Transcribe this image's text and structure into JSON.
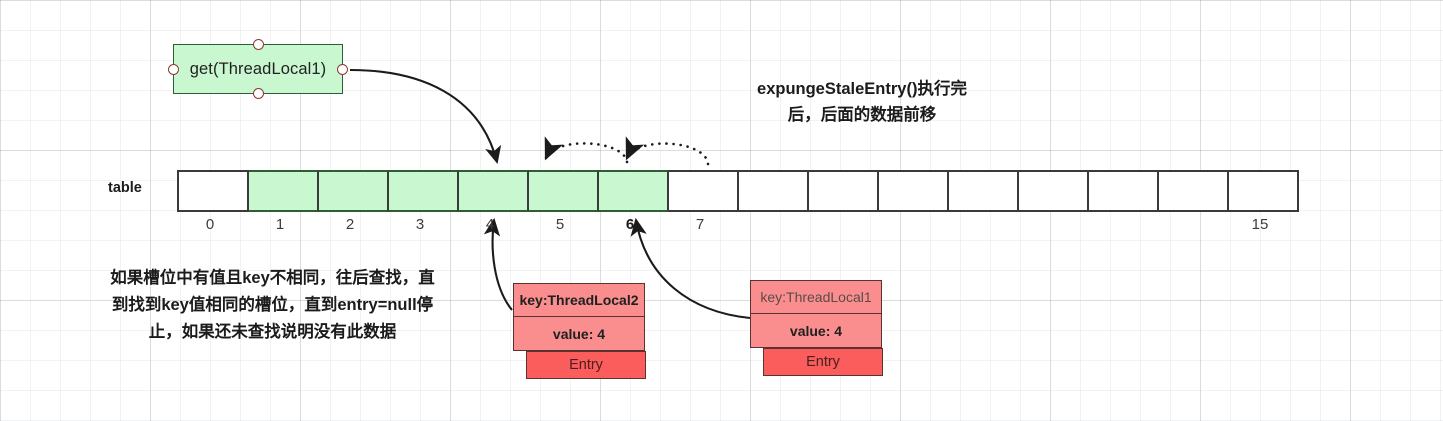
{
  "diagram": {
    "title": "expungeStaleEntry()执行完\n后，后面的数据前移",
    "title_line1": "expungeStaleEntry()执行完",
    "title_line2": "后，后面的数据前移",
    "call_box": {
      "label": "get(ThreadLocal1)"
    },
    "note": {
      "line1": "如果槽位中有值且key不相同，往后查找，直",
      "line2": "到找到key值相同的槽位，直到entry=null停",
      "line3": "止，如果还未查找说明没有此数据"
    },
    "table": {
      "label": "table",
      "size": 16,
      "cells": [
        {
          "index": 0,
          "label": "0",
          "filled": false,
          "bold_index": false
        },
        {
          "index": 1,
          "label": "1",
          "filled": true,
          "bold_index": false
        },
        {
          "index": 2,
          "label": "2",
          "filled": true,
          "bold_index": false
        },
        {
          "index": 3,
          "label": "3",
          "filled": true,
          "bold_index": false
        },
        {
          "index": 4,
          "label": "4",
          "filled": true,
          "bold_index": false
        },
        {
          "index": 5,
          "label": "5",
          "filled": true,
          "bold_index": false
        },
        {
          "index": 6,
          "label": "6",
          "filled": true,
          "bold_index": true
        },
        {
          "index": 7,
          "label": "7",
          "filled": false,
          "bold_index": false
        },
        {
          "index": 8,
          "label": "",
          "filled": false,
          "bold_index": false
        },
        {
          "index": 9,
          "label": "",
          "filled": false,
          "bold_index": false
        },
        {
          "index": 10,
          "label": "",
          "filled": false,
          "bold_index": false
        },
        {
          "index": 11,
          "label": "",
          "filled": false,
          "bold_index": false
        },
        {
          "index": 12,
          "label": "",
          "filled": false,
          "bold_index": false
        },
        {
          "index": 13,
          "label": "",
          "filled": false,
          "bold_index": false
        },
        {
          "index": 14,
          "label": "",
          "filled": false,
          "bold_index": false
        },
        {
          "index": 15,
          "label": "15",
          "filled": false,
          "bold_index": false
        }
      ]
    },
    "entries": [
      {
        "key": "key:ThreadLocal2",
        "value": "value: 4",
        "tag": "Entry",
        "key_bold": true,
        "points_to_index": 4
      },
      {
        "key": "key:ThreadLocal1",
        "value": "value: 4",
        "tag": "Entry",
        "key_bold": false,
        "points_to_index": 6
      }
    ],
    "shift_arrows": [
      {
        "from_index": 6,
        "to_index": 5,
        "style": "dotted"
      },
      {
        "from_index": 7,
        "to_index": 6,
        "style": "dotted"
      }
    ],
    "colors": {
      "green_fill": "#c9f7d0",
      "green_border": "#2f5d36",
      "cell_border": "#3a3a3a",
      "entry_fill": "#fa8e8e",
      "entry_tag_fill": "#fb5c5c",
      "entry_border": "#5a3330",
      "port_border": "#8a3a33",
      "arrow": "#1b1b1b",
      "text": "#1b1b1b",
      "grid": "#dfe4e8"
    }
  }
}
